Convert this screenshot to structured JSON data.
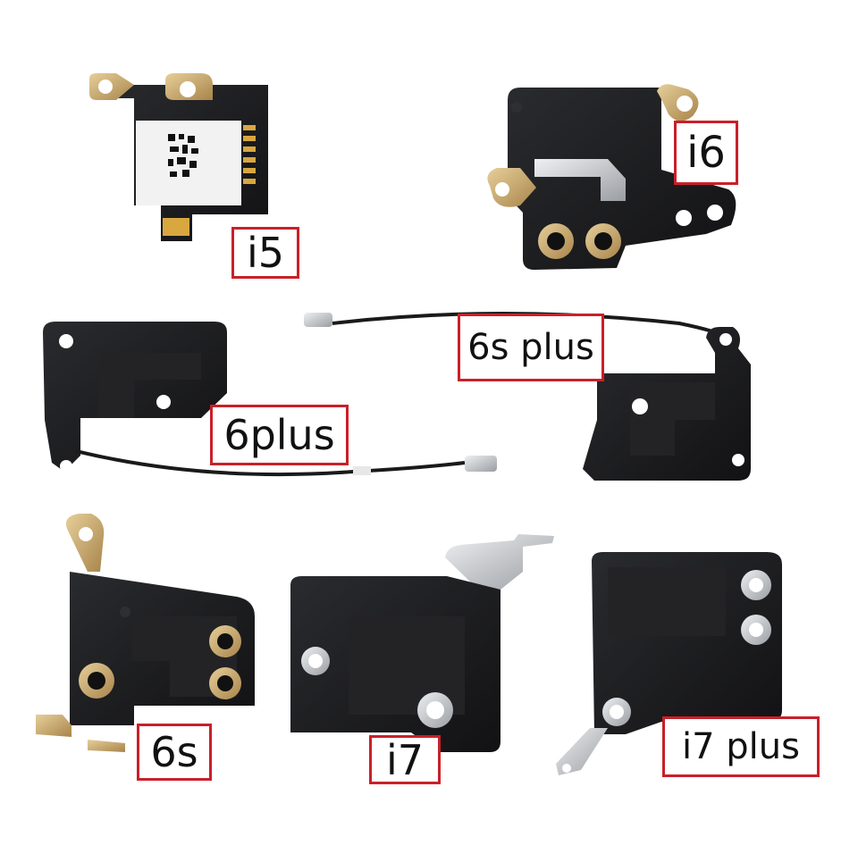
{
  "labels": {
    "i5": "i5",
    "i6": "i6",
    "plus6": "6plus",
    "s6plus": "6s plus",
    "s6": "6s",
    "i7": "i7",
    "i7plus": "i7 plus"
  },
  "colors": {
    "label_border": "#c8202a",
    "part_black": "#1c1c1e",
    "metal_gold": "#c9a86a",
    "metal_silver": "#c7c9cc"
  }
}
